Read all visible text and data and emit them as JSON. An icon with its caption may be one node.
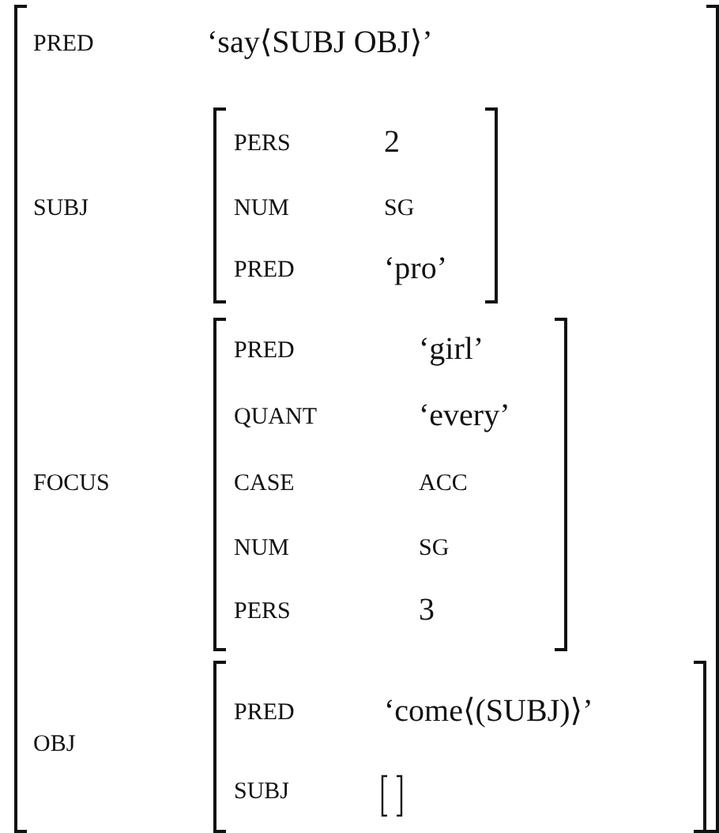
{
  "diagram": {
    "nodes": [
      {
        "text": [
          "PRED",
          "‘say⟨SUBJ OBJ⟩’",
          "SUBJ",
          "FOCUS",
          "OBJ"
        ]
      },
      {
        "text": [
          "PERS",
          "2",
          "NUM",
          "SG",
          "PRED",
          "‘pro’"
        ],
        "in": 0
      },
      {
        "text": [
          "PRED",
          "‘girl’",
          "QUANT",
          "‘every’",
          "CASE",
          "ACC",
          "NUM",
          "SG",
          "PERS",
          "3"
        ],
        "in": 0
      },
      {
        "text": [
          "PRED",
          "‘come⟨(SUBJ)⟩’",
          "SUBJ"
        ],
        "in": 0
      },
      {
        "text": [],
        "shape": "bracket",
        "in": 3
      }
    ]
  }
}
